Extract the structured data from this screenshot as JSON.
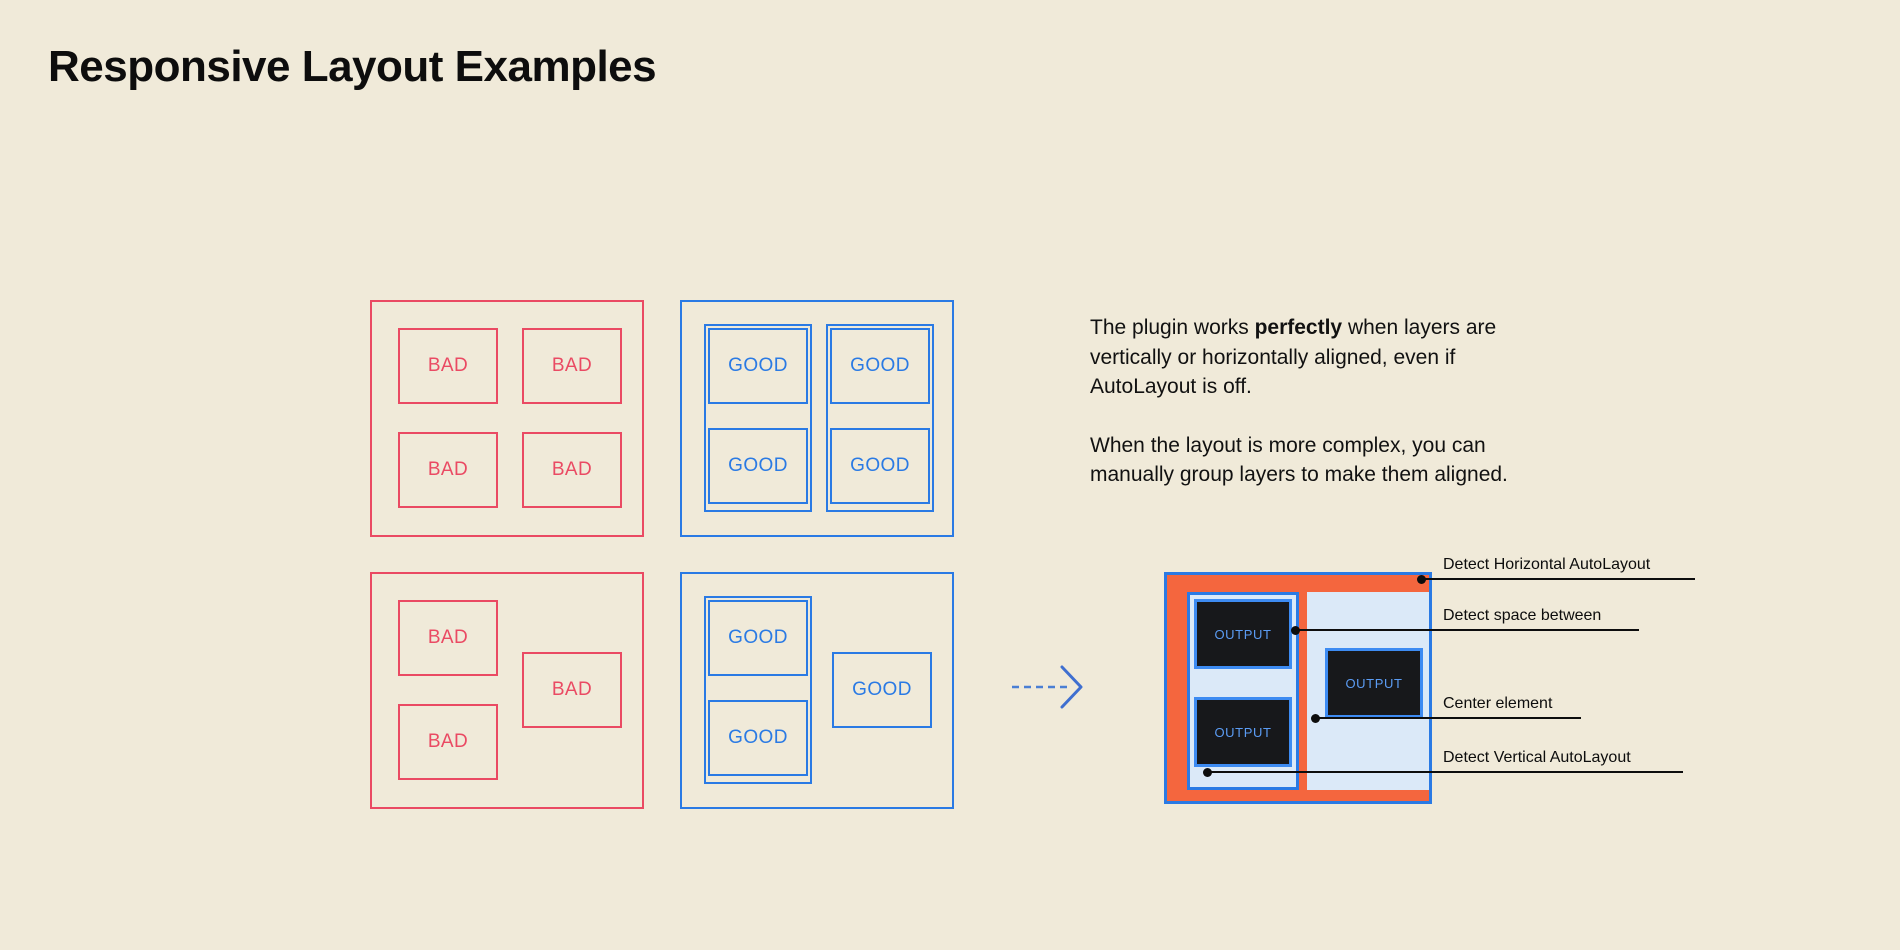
{
  "page": {
    "title": "Responsive Layout Examples",
    "background_color": "#f0ead9"
  },
  "colors": {
    "bad": "#ea4a63",
    "good": "#2a7ae4",
    "orange": "#f4663e",
    "light_blue": "#dbe9f8",
    "dark": "#17181b",
    "output_text": "#5b9cf4",
    "ink": "#0d0d0d"
  },
  "examples": {
    "bad_grid": {
      "kind": "bad",
      "cells": [
        {
          "label": "BAD"
        },
        {
          "label": "BAD"
        },
        {
          "label": "BAD"
        },
        {
          "label": "BAD"
        }
      ]
    },
    "good_grid": {
      "kind": "good",
      "groups": [
        {
          "name": "left-column-group"
        },
        {
          "name": "right-column-group"
        }
      ],
      "cells": [
        {
          "label": "GOOD"
        },
        {
          "label": "GOOD"
        },
        {
          "label": "GOOD"
        },
        {
          "label": "GOOD"
        }
      ]
    },
    "bad_free": {
      "kind": "bad",
      "cells": [
        {
          "label": "BAD"
        },
        {
          "label": "BAD"
        },
        {
          "label": "BAD"
        }
      ]
    },
    "good_free": {
      "kind": "good",
      "groups": [
        {
          "name": "left-stack-group"
        }
      ],
      "cells": [
        {
          "label": "GOOD"
        },
        {
          "label": "GOOD"
        },
        {
          "label": "GOOD"
        }
      ]
    }
  },
  "arrow": {
    "name": "dashed-right-arrow",
    "style": "dashed",
    "direction": "right",
    "color": "#4a7fd4"
  },
  "copy": {
    "paragraph_1_part_1": "The plugin works ",
    "paragraph_1_bold": "perfectly",
    "paragraph_1_part_2": " when layers are vertically or horizontally aligned, even if AutoLayout is off.",
    "paragraph_2": "When the layout is more complex, you can manually group layers to make them aligned."
  },
  "mockup": {
    "outputs": [
      {
        "label": "OUTPUT"
      },
      {
        "label": "OUTPUT"
      },
      {
        "label": "OUTPUT"
      }
    ]
  },
  "annotations": [
    {
      "label": "Detect Horizontal AutoLayout"
    },
    {
      "label": "Detect space between"
    },
    {
      "label": "Center element"
    },
    {
      "label": "Detect Vertical AutoLayout"
    }
  ]
}
